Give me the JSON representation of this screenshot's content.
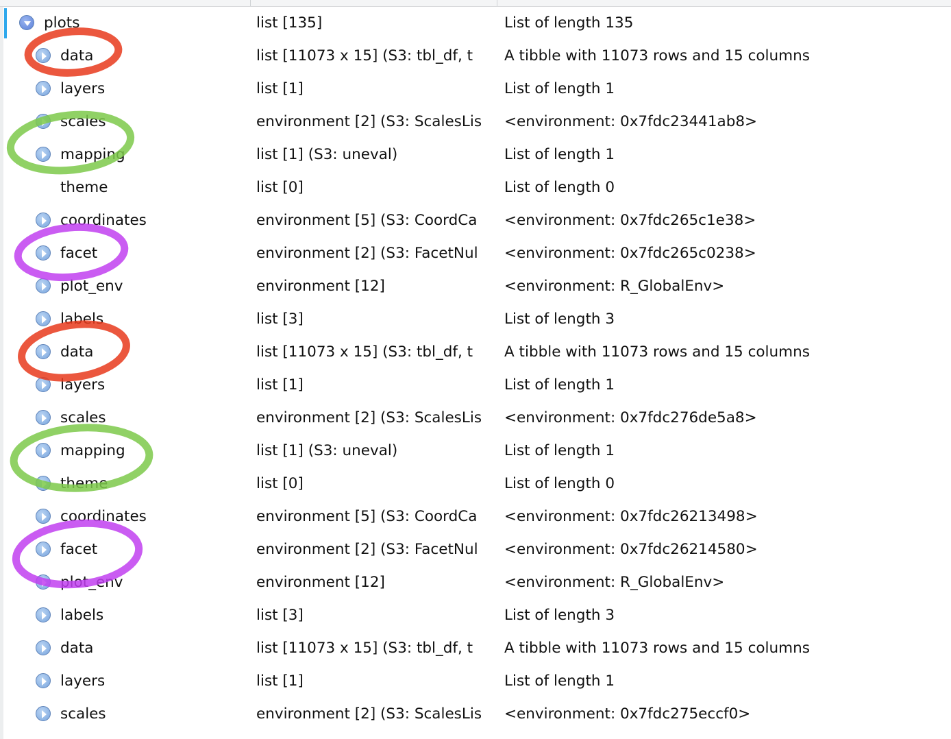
{
  "colors": {
    "red": "#e8391c",
    "green": "#7cc94a",
    "purple": "#c13ff0",
    "selection": "#2ea8ec"
  },
  "rows": [
    {
      "name": "plots",
      "type": "list [135]",
      "value": "List of length 135",
      "icon": "collapse-icon"
    },
    {
      "name": "data",
      "type": "list [11073 x 15] (S3: tbl_df, t",
      "value": "A tibble with 11073 rows and 15 columns",
      "icon": "expand-icon"
    },
    {
      "name": "layers",
      "type": "list [1]",
      "value": "List of length 1",
      "icon": "expand-icon"
    },
    {
      "name": "scales",
      "type": "environment [2] (S3: ScalesLis",
      "value": "<environment: 0x7fdc23441ab8>",
      "icon": "expand-icon"
    },
    {
      "name": "mapping",
      "type": "list [1] (S3: uneval)",
      "value": "List of length 1",
      "icon": "expand-icon"
    },
    {
      "name": "theme",
      "type": "list [0]",
      "value": "List of length 0",
      "icon": ""
    },
    {
      "name": "coordinates",
      "type": "environment [5] (S3: CoordCa",
      "value": "<environment: 0x7fdc265c1e38>",
      "icon": "expand-icon"
    },
    {
      "name": "facet",
      "type": "environment [2] (S3: FacetNul",
      "value": "<environment: 0x7fdc265c0238>",
      "icon": "expand-icon"
    },
    {
      "name": "plot_env",
      "type": "environment [12]",
      "value": "<environment: R_GlobalEnv>",
      "icon": "expand-icon"
    },
    {
      "name": "labels",
      "type": "list [3]",
      "value": "List of length 3",
      "icon": "expand-icon"
    },
    {
      "name": "data",
      "type": "list [11073 x 15] (S3: tbl_df, t",
      "value": "A tibble with 11073 rows and 15 columns",
      "icon": "expand-icon"
    },
    {
      "name": "layers",
      "type": "list [1]",
      "value": "List of length 1",
      "icon": "expand-icon"
    },
    {
      "name": "scales",
      "type": "environment [2] (S3: ScalesLis",
      "value": "<environment: 0x7fdc276de5a8>",
      "icon": "expand-icon"
    },
    {
      "name": "mapping",
      "type": "list [1] (S3: uneval)",
      "value": "List of length 1",
      "icon": "expand-icon"
    },
    {
      "name": "theme",
      "type": "list [0]",
      "value": "List of length 0",
      "icon": "expand-icon"
    },
    {
      "name": "coordinates",
      "type": "environment [5] (S3: CoordCa",
      "value": "<environment: 0x7fdc26213498>",
      "icon": "expand-icon"
    },
    {
      "name": "facet",
      "type": "environment [2] (S3: FacetNul",
      "value": "<environment: 0x7fdc26214580>",
      "icon": "expand-icon"
    },
    {
      "name": "plot_env",
      "type": "environment [12]",
      "value": "<environment: R_GlobalEnv>",
      "icon": "expand-icon"
    },
    {
      "name": "labels",
      "type": "list [3]",
      "value": "List of length 3",
      "icon": "expand-icon"
    },
    {
      "name": "data",
      "type": "list [11073 x 15] (S3: tbl_df, t",
      "value": "A tibble with 11073 rows and 15 columns",
      "icon": "expand-icon"
    },
    {
      "name": "layers",
      "type": "list [1]",
      "value": "List of length 1",
      "icon": "expand-icon"
    },
    {
      "name": "scales",
      "type": "environment [2] (S3: ScalesLis",
      "value": "<environment: 0x7fdc275eccf0>",
      "icon": "expand-icon"
    }
  ]
}
